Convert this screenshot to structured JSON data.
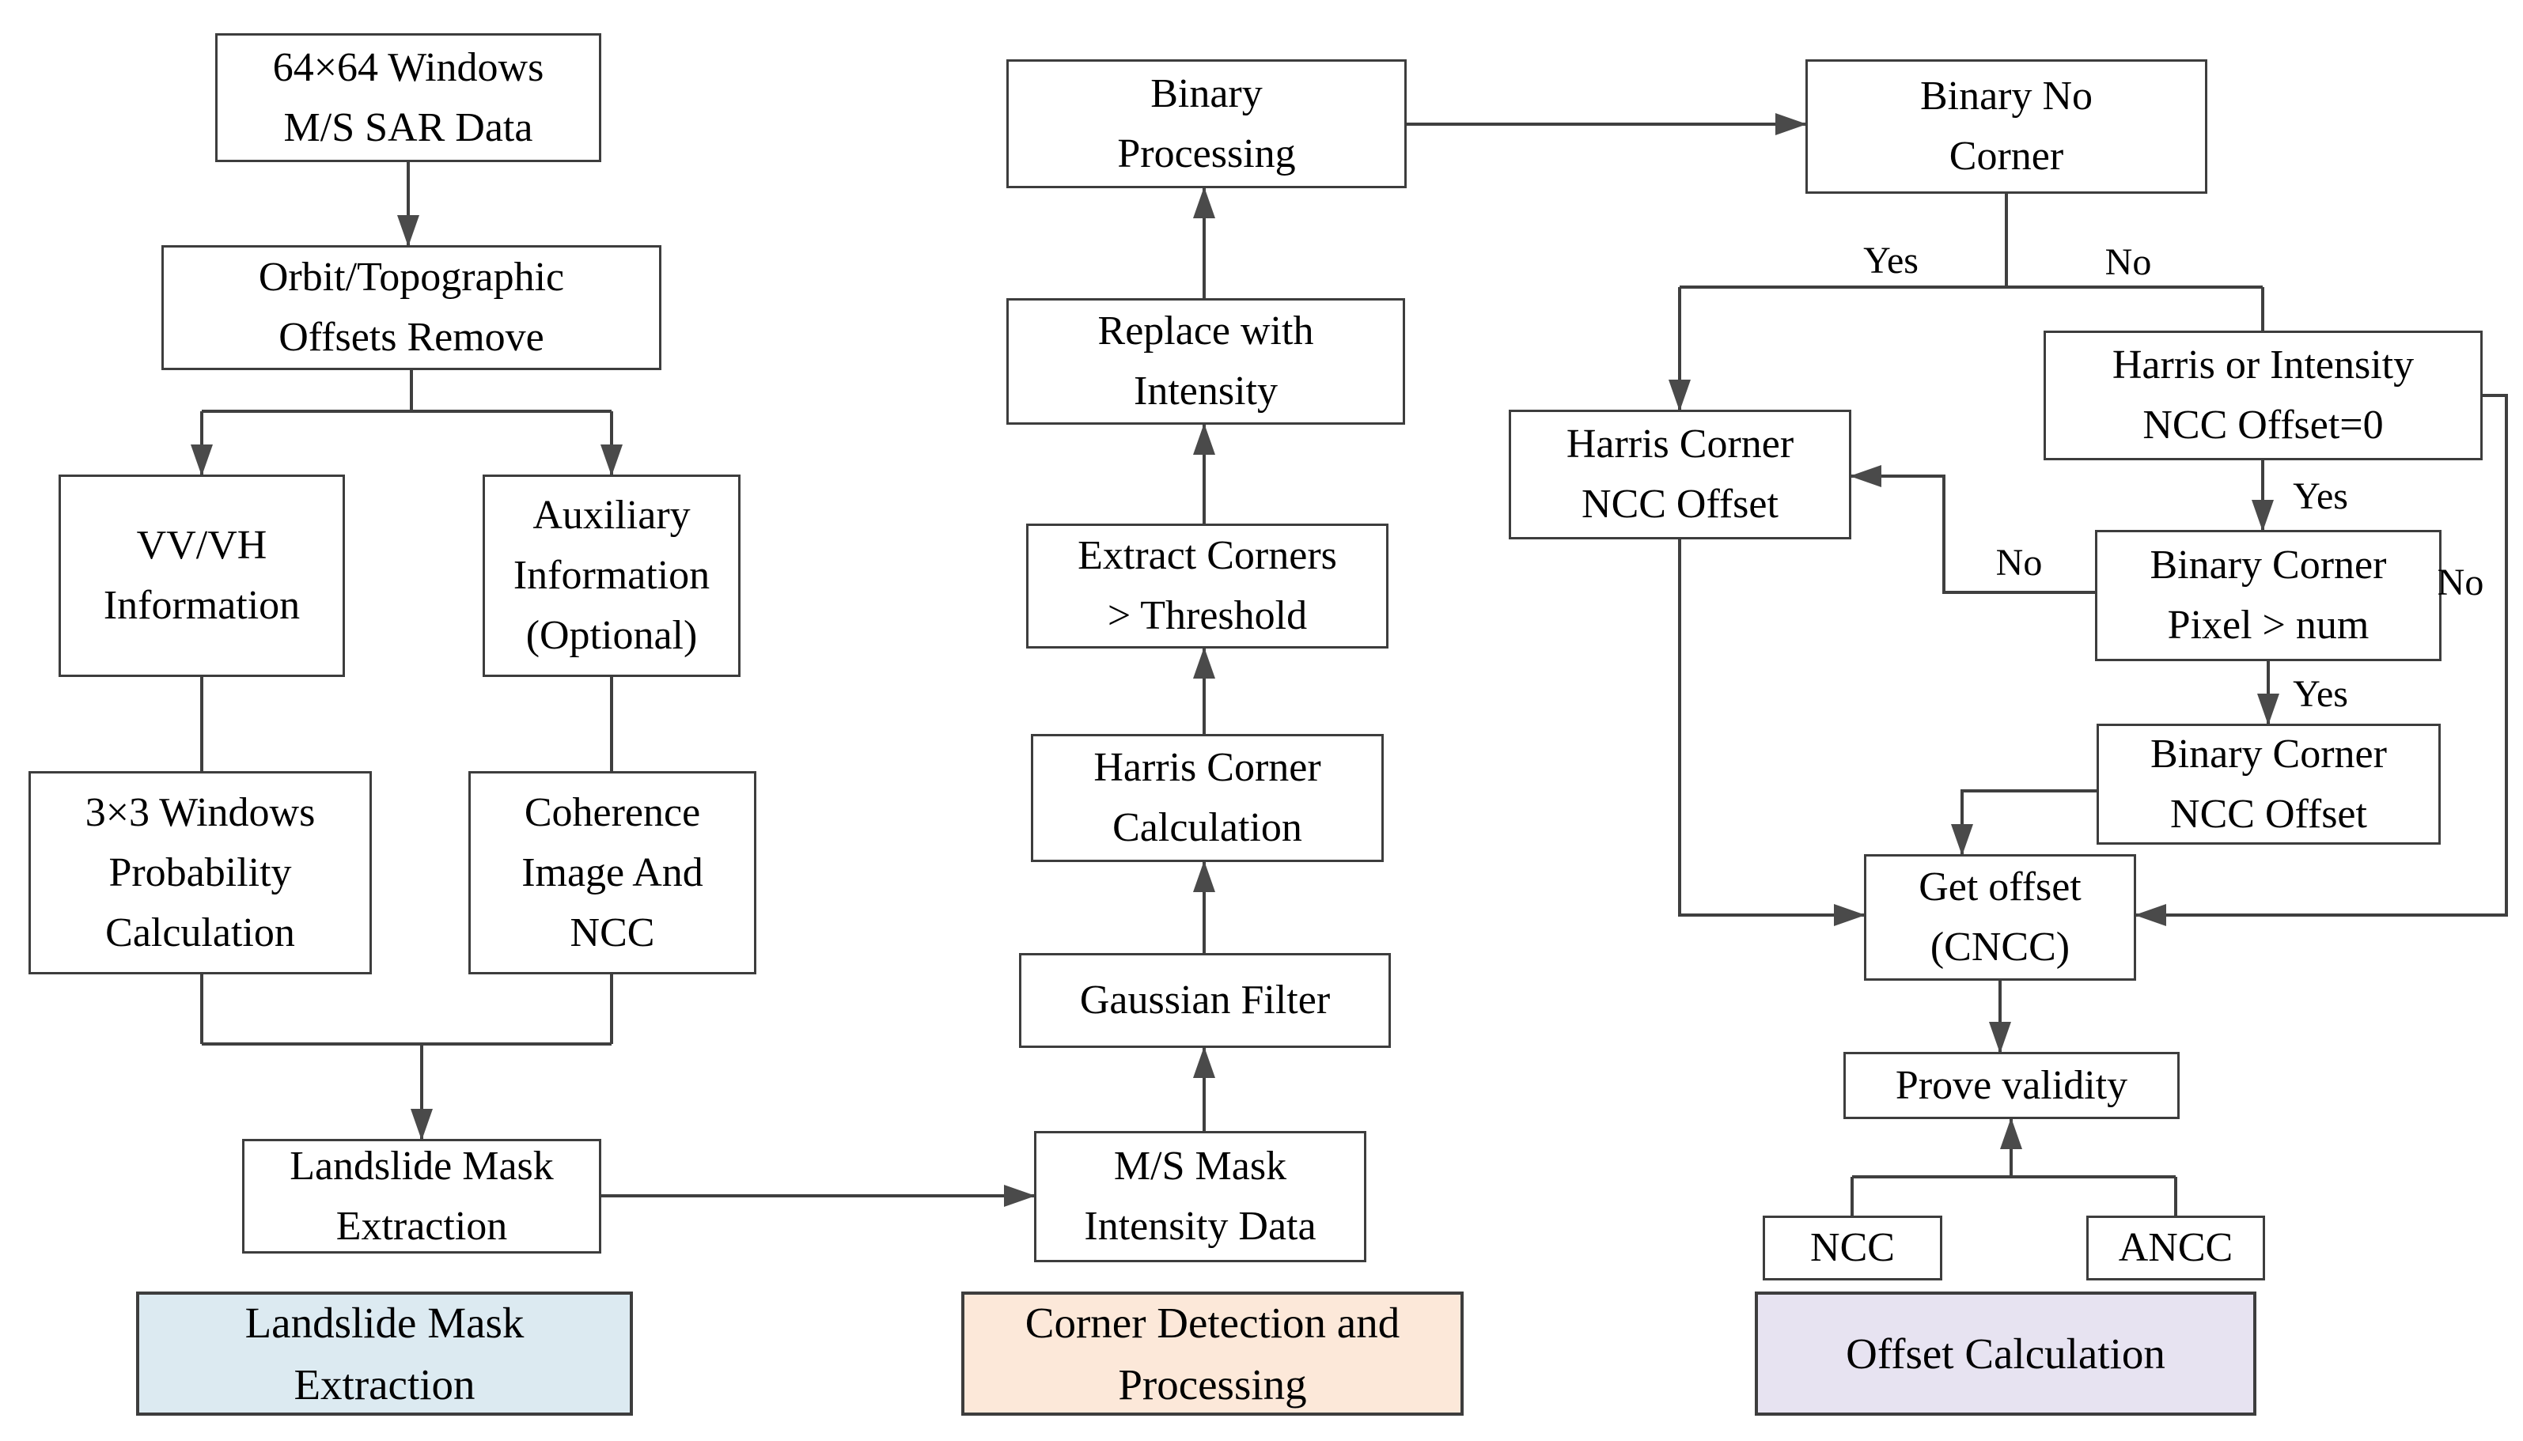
{
  "nodes": {
    "b64": {
      "label": "64×64 Windows\nM/S SAR Data"
    },
    "orbit": {
      "label": "Orbit/Topographic\nOffsets Remove"
    },
    "vvvh": {
      "label": "VV/VH\nInformation"
    },
    "aux": {
      "label": "Auxiliary\nInformation\n(Optional)"
    },
    "win33": {
      "label": "3×3 Windows\nProbability\nCalculation"
    },
    "coh": {
      "label": "Coherence\nImage And\nNCC"
    },
    "lme": {
      "label": "Landslide Mask\nExtraction"
    },
    "binproc": {
      "label": "Binary\nProcessing"
    },
    "repint": {
      "label": "Replace with\nIntensity"
    },
    "extcor": {
      "label": "Extract Corners\n> Threshold"
    },
    "harcalc": {
      "label": "Harris Corner\nCalculation"
    },
    "gauss": {
      "label": "Gaussian Filter"
    },
    "msmask": {
      "label": "M/S Mask\nIntensity Data"
    },
    "bnc": {
      "label": "Binary No\nCorner"
    },
    "hcno": {
      "label": "Harris Corner\nNCC Offset"
    },
    "hion": {
      "label": "Harris or Intensity\nNCC Offset=0"
    },
    "bcp": {
      "label": "Binary Corner\nPixel > num"
    },
    "bcno": {
      "label": "Binary Corner\nNCC Offset"
    },
    "getoff": {
      "label": "Get offset\n(CNCC)"
    },
    "provev": {
      "label": "Prove validity"
    },
    "ncc": {
      "label": "NCC"
    },
    "ancc": {
      "label": "ANCC"
    }
  },
  "edge_labels": {
    "bnc_yes": "Yes",
    "bnc_no": "No",
    "hion_yes": "Yes",
    "bcp_no": "No",
    "hion_no": "No",
    "bcp_yes": "Yes"
  },
  "sections": {
    "landslide": {
      "label": "Landslide Mask\nExtraction"
    },
    "corner": {
      "label": "Corner Detection and\nProcessing"
    },
    "offset": {
      "label": "Offset Calculation"
    }
  },
  "colors": {
    "landslide_bg": "#dceaf1",
    "corner_bg": "#fce8d9",
    "offset_bg": "#e7e3f1",
    "line": "#3f3f3f",
    "arrow": "#4a4a4a"
  }
}
